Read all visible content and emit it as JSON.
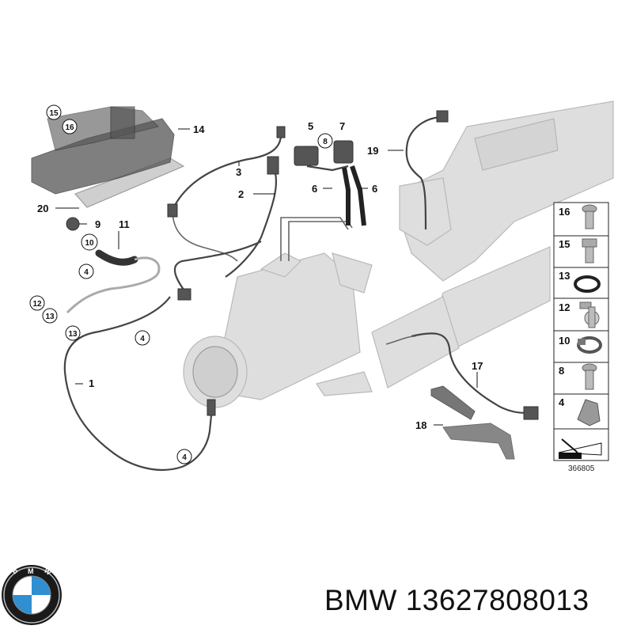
{
  "callouts": {
    "n1": "1",
    "n2": "2",
    "n3": "3",
    "n4a": "4",
    "n4b": "4",
    "n4c": "4",
    "n5": "5",
    "n6a": "6",
    "n6b": "6",
    "n7": "7",
    "n8": "8",
    "n9": "9",
    "n10": "10",
    "n11": "11",
    "n12": "12",
    "n13a": "13",
    "n13b": "13",
    "n14": "14",
    "n15": "15",
    "n16": "16",
    "n17": "17",
    "n18": "18",
    "n19": "19",
    "n20": "20"
  },
  "legend": {
    "items": [
      "16",
      "15",
      "13",
      "12",
      "10",
      "8",
      "4"
    ],
    "ref_number": "366805"
  },
  "brand": {
    "logo_text": "BMW",
    "caption": "BMW 13627808013"
  },
  "colors": {
    "logo_blue": "#2f8fd0",
    "part_gray": "#dedede",
    "wire": "#444444"
  }
}
